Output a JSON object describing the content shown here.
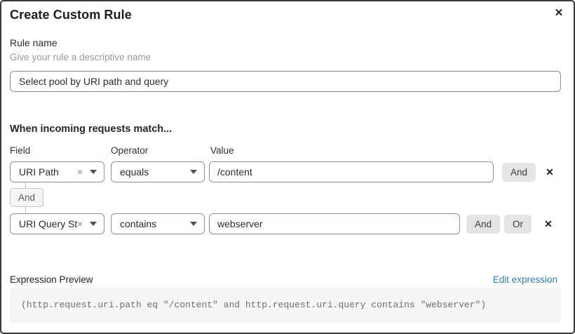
{
  "dialog": {
    "title": "Create Custom Rule",
    "close_icon": "✕"
  },
  "rule_name": {
    "label": "Rule name",
    "helper": "Give your rule a descriptive name",
    "value": "Select pool by URI path and query"
  },
  "match": {
    "heading": "When incoming requests match...",
    "columns": {
      "field": "Field",
      "operator": "Operator",
      "value": "Value"
    },
    "rows": [
      {
        "field": "URI Path",
        "operator": "equals",
        "value": "/content",
        "and_label": "And",
        "remove_icon": "✕",
        "clear_icon": "×"
      },
      {
        "field": "URI Query St...",
        "operator": "contains",
        "value": "webserver",
        "and_label": "And",
        "or_label": "Or",
        "remove_icon": "✕",
        "clear_icon": "×"
      }
    ],
    "connector_label": "And"
  },
  "expression": {
    "label": "Expression Preview",
    "edit_link": "Edit expression",
    "code": "(http.request.uri.path eq \"/content\" and http.request.uri.query contains \"webserver\")"
  },
  "colors": {
    "link_blue": "#2d7cb5",
    "button_gray": "#e4e4e4",
    "code_bg": "#f5f5f6",
    "dialog_border": "#3a3a3a"
  }
}
